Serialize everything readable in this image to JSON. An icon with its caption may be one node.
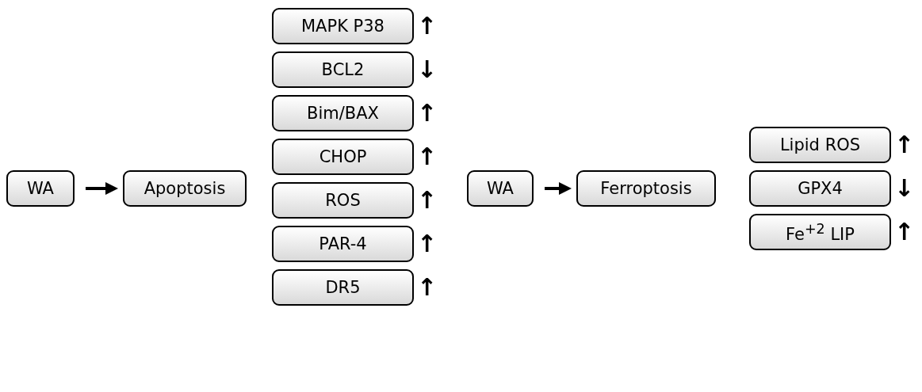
{
  "diagram": {
    "nodes": [
      {
        "text": [
          "WA"
        ]
      },
      {
        "text": [
          "Apoptosis"
        ]
      },
      {
        "text": [
          "MAPK P38"
        ],
        "beside": [
          "↑"
        ]
      },
      {
        "text": [
          "BCL2"
        ],
        "beside": [
          "↓"
        ]
      },
      {
        "text": [
          "Bim/BAX"
        ],
        "beside": [
          "↑"
        ]
      },
      {
        "text": [
          "CHOP"
        ],
        "beside": [
          "↑"
        ]
      },
      {
        "text": [
          "ROS"
        ],
        "beside": [
          "↑"
        ]
      },
      {
        "text": [
          "PAR-4"
        ],
        "beside": [
          "↑"
        ]
      },
      {
        "text": [
          "DR5"
        ],
        "beside": [
          "↑"
        ]
      },
      {
        "text": [
          "WA"
        ]
      },
      {
        "text": [
          "Ferroptosis"
        ]
      },
      {
        "text": [
          "Lipid ROS"
        ],
        "beside": [
          "↑"
        ]
      },
      {
        "text": [
          "GPX4"
        ],
        "beside": [
          "↓"
        ]
      },
      {
        "text": [
          "Fe$^{+2}$ LIP"
        ],
        "beside": [
          "↑"
        ]
      }
    ],
    "edges": [
      {
        "from": 0,
        "to": 1,
        "arrow": "to"
      },
      {
        "from": 9,
        "to": 10,
        "arrow": "to"
      }
    ]
  }
}
